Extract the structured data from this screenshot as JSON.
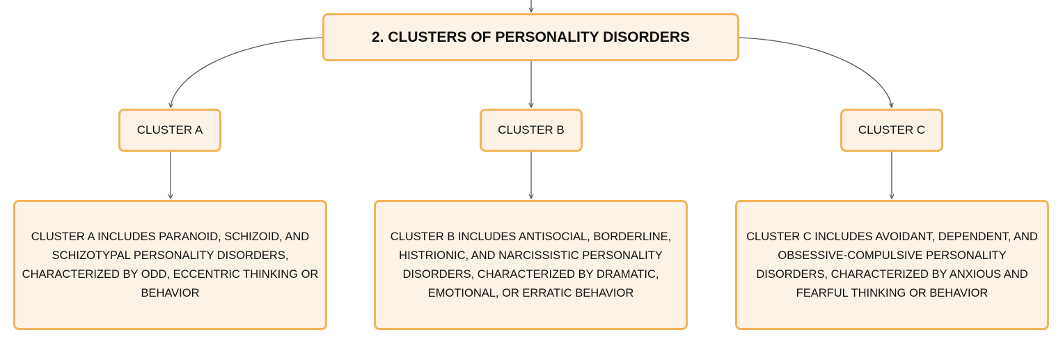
{
  "title": "2. CLUSTERS OF PERSONALITY DISORDERS",
  "clusters": [
    {
      "label": "CLUSTER A",
      "description": "CLUSTER A INCLUDES PARANOID, SCHIZOID, AND SCHIZOTYPAL PERSONALITY DISORDERS, CHARACTERIZED BY ODD, ECCENTRIC THINKING OR BEHAVIOR"
    },
    {
      "label": "CLUSTER B",
      "description": "CLUSTER B INCLUDES ANTISOCIAL, BORDERLINE, HISTRIONIC, AND NARCISSISTIC PERSONALITY DISORDERS, CHARACTERIZED BY DRAMATIC, EMOTIONAL, OR ERRATIC BEHAVIOR"
    },
    {
      "label": "CLUSTER C",
      "description": "CLUSTER C INCLUDES AVOIDANT, DEPENDENT, AND OBSESSIVE-COMPULSIVE PERSONALITY DISORDERS, CHARACTERIZED BY ANXIOUS AND FEARFUL THINKING OR BEHAVIOR"
    }
  ],
  "colors": {
    "node_fill": "#fdf2e6",
    "node_border": "#f3b35a",
    "connector": "#555555",
    "text": "#111111"
  }
}
